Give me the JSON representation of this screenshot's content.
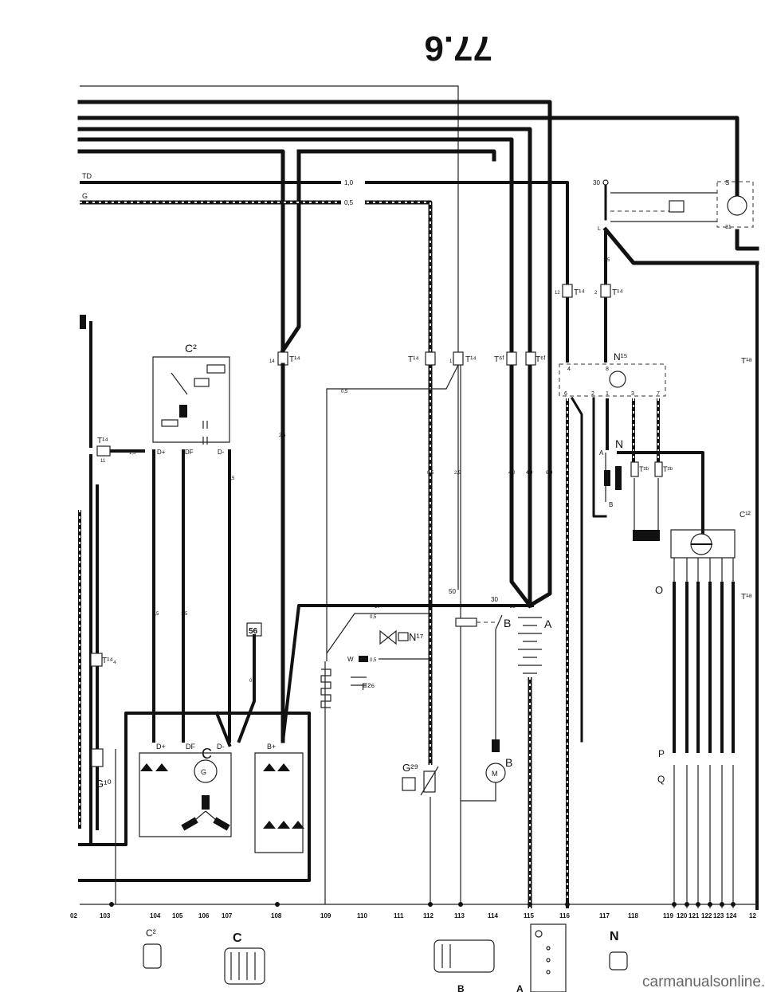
{
  "handwritten_note": "77.6",
  "wire_labels": {
    "td": "TD",
    "g": "G",
    "cs_1_0": "1,0",
    "cs_0_5": "0,5",
    "cs_2_5": "2,5",
    "cs_1_5": "1,5",
    "cs_4_0": "4,0",
    "cs_6_0": "6,0",
    "cs_10": "10",
    "cs_25": "25"
  },
  "terminals": {
    "d_plus": "D+",
    "df": "DF",
    "d_minus": "D-",
    "b_plus": "B+",
    "t30": "30",
    "t31": "31",
    "t50": "50",
    "s": "S",
    "l": "L",
    "w": "W",
    "a_pin": "A",
    "b_pin": "B"
  },
  "components": {
    "c2": "C²",
    "c": "C",
    "a": "A",
    "b": "B",
    "n": "N",
    "n15": "N¹⁵",
    "n17": "N¹⁷",
    "f26": "F²⁶",
    "g29": "G²⁹",
    "g10": "G¹⁰",
    "c12": "C¹²",
    "o": "O",
    "p": "P",
    "q": "Q",
    "box56": "56",
    "t14": "T¹⁴",
    "t2b": "T²ᵇ",
    "t6f": "T⁶ᶠ",
    "t14_4": "T¹⁴₄",
    "t1a": "T¹ᵃ"
  },
  "connector_pins": [
    "12",
    "2",
    "14",
    "1",
    "4",
    "8",
    "6",
    "2",
    "1",
    "3",
    "7",
    "11"
  ],
  "column_numbers": [
    "02",
    "103",
    "104",
    "105",
    "106",
    "107",
    "108",
    "109",
    "110",
    "111",
    "112",
    "113",
    "114",
    "115",
    "116",
    "117",
    "118",
    "119",
    "120",
    "121",
    "122",
    "123",
    "124",
    "12"
  ],
  "bottom_icons": [
    "C²",
    "C",
    "B",
    "A",
    "N"
  ],
  "watermark": "carmanualsonline.info"
}
